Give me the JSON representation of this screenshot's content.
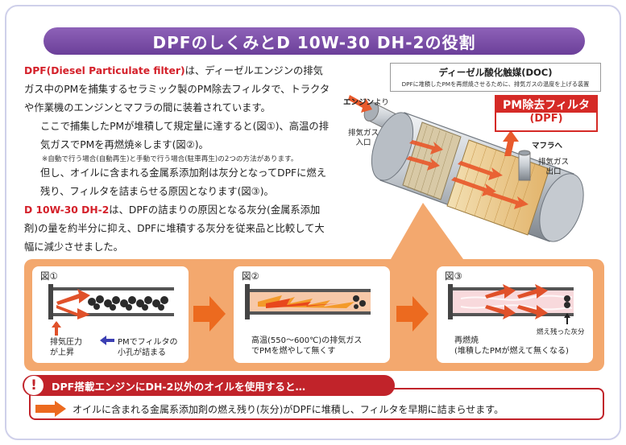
{
  "header": {
    "title": "DPFのしくみとD 10W-30 DH-2の役割"
  },
  "intro": {
    "p1_term": "DPF(Diesel Particulate filter)",
    "p1_text": "は、ディーゼルエンジンの排気ガス中のPMを捕集するセラミック製のPM除去フィルタで、トラクタや作業機のエンジンとマフラの間に装着されています。",
    "p2": "ここで捕集したPMが堆積して規定量に達すると(図①)、高温の排気ガスでPMを再燃焼※します(図②)。",
    "note": "※自動で行う場合(自動再生)と手動で行う場合(駐車再生)の2つの方法があります。",
    "p3": "但し、オイルに含まれる金属系添加剤は灰分となってDPFに燃え残り、フィルタを詰まらせる原因となります(図③)。",
    "p4_term": "D 10W-30 DH-2",
    "p4_text": "は、DPFの詰まりの原因となる灰分(金属系添加剤)の量を約半分に抑え、DPFに堆積する灰分を従来品と比較して大幅に減少させました。"
  },
  "illustration": {
    "doc_title": "ディーゼル酸化触媒(DOC)",
    "doc_sub": "DPFに堆積したPMを再燃焼させるために、排気ガスの温度を上げる装置",
    "dpf_title": "PM除去フィルタ",
    "dpf_sub": "(DPF)",
    "engine_label_b": "エンジン",
    "engine_label": "より",
    "inlet_label_1": "排気ガス",
    "inlet_label_2": "入口",
    "muffler_label": "マフラへ",
    "outlet_label_1": "排気ガス",
    "outlet_label_2": "出口"
  },
  "figures": [
    {
      "title": "図①",
      "note1_a": "排気圧力",
      "note1_b": "が上昇",
      "note2_a": "PMでフィルタの",
      "note2_b": "小孔が詰まる"
    },
    {
      "title": "図②",
      "note_a": "高温(550〜600℃)の排気ガス",
      "note_b": "でPMを燃やして無くす"
    },
    {
      "title": "図③",
      "ash": "燃え残った灰分",
      "note_a": "再燃焼",
      "note_b": "(堆積したPMが燃えて無くなる)"
    }
  ],
  "warning": {
    "icon": "!",
    "title": "DPF搭載エンジンにDH-2以外のオイルを使用すると…",
    "message": "オイルに含まれる金属系添加剤の燃え残り(灰分)がDPFに堆積し、フィルタを早期に詰まらせます。"
  },
  "colors": {
    "purple": "#7b4fa8",
    "red": "#d4202a",
    "orange": "#f3a86e"
  }
}
